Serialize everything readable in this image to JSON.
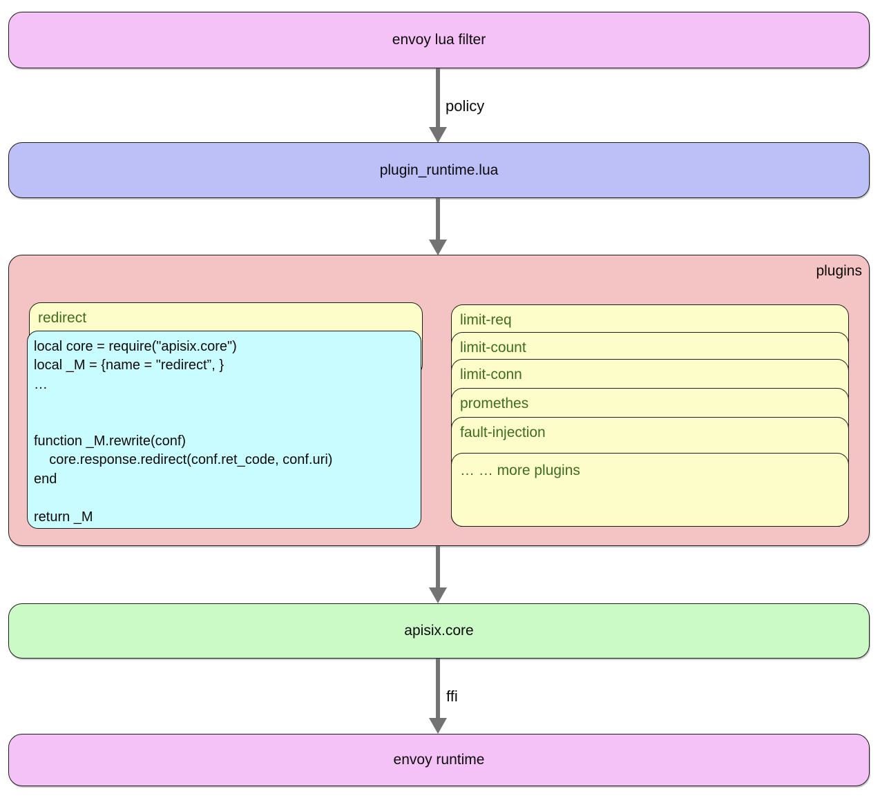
{
  "nodes": {
    "envoy_lua_filter": "envoy lua filter",
    "plugin_runtime": "plugin_runtime.lua",
    "plugins": "plugins",
    "apisix_core": "apisix.core",
    "envoy_runtime": "envoy runtime"
  },
  "edge_labels": {
    "policy": "policy",
    "ffi": "ffi"
  },
  "redirect_plugin": {
    "title": "redirect",
    "code": "local core = require(\"apisix.core\")\nlocal _M = {name = \"redirect”, }\n…\n\n\nfunction _M.rewrite(conf)\n    core.response.redirect(conf.ret_code, conf.uri)\nend\n\nreturn _M"
  },
  "plugin_stack": [
    "limit-req",
    "limit-count",
    "limit-conn",
    "promethes",
    "fault-injection",
    "… … more plugins"
  ],
  "colors": {
    "node_magenta": "#f4c2f7",
    "node_blue": "#bdc0f6",
    "container_pink": "#f4c3c4",
    "card_yellow": "#fdfdc9",
    "code_cyan": "#c9fcfe",
    "node_green": "#cbfac6",
    "label_green": "#3e6d21",
    "arrow_gray": "#737373"
  }
}
